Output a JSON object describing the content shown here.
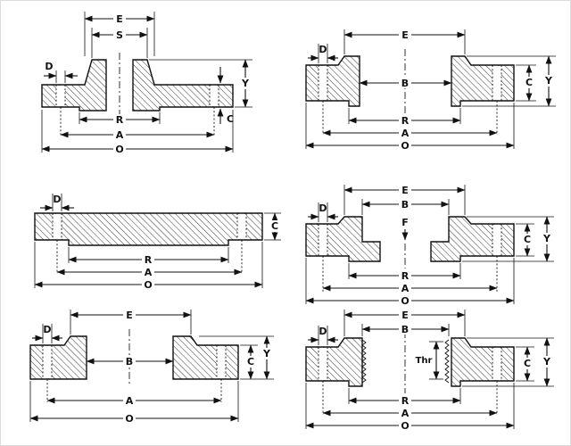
{
  "figure": {
    "background": "#ffffff",
    "line_color": "#111111",
    "panels": [
      {
        "type": "weld-neck-flange",
        "labels": {
          "E": "E",
          "S": "S",
          "D": "D",
          "Y": "Y",
          "C": "C",
          "R": "R",
          "A": "A",
          "O": "O"
        }
      },
      {
        "type": "slip-on-flange",
        "labels": {
          "E": "E",
          "D": "D",
          "B": "B",
          "C": "C",
          "Y": "Y",
          "R": "R",
          "A": "A",
          "O": "O"
        }
      },
      {
        "type": "blind-flange",
        "labels": {
          "D": "D",
          "C": "C",
          "R": "R",
          "A": "A",
          "O": "O"
        }
      },
      {
        "type": "socket-weld-flange",
        "labels": {
          "E": "E",
          "B": "B",
          "F": "F",
          "D": "D",
          "C": "C",
          "Y": "Y",
          "R": "R",
          "A": "A",
          "O": "O"
        }
      },
      {
        "type": "lap-joint-flange",
        "labels": {
          "E": "E",
          "D": "D",
          "B": "B",
          "C": "C",
          "Y": "Y",
          "A": "A",
          "O": "O"
        }
      },
      {
        "type": "threaded-flange",
        "labels": {
          "E": "E",
          "B": "B",
          "D": "D",
          "Thr": "Thr",
          "C": "C",
          "Y": "Y",
          "R": "R",
          "A": "A",
          "O": "O"
        }
      }
    ]
  }
}
